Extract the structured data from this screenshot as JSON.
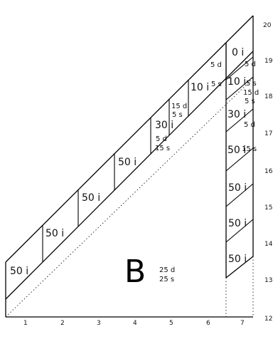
{
  "figure_letter": "B",
  "center_label": {
    "line1": "25 d",
    "line2": "25 s"
  },
  "x_ticks": [
    "1",
    "2",
    "3",
    "4",
    "5",
    "6",
    "7"
  ],
  "y_ticks": [
    "12",
    "13",
    "14",
    "15",
    "16",
    "17",
    "18",
    "19",
    "20"
  ],
  "diagonal_band_cells": [
    {
      "main": "50 i"
    },
    {
      "main": "50 i"
    },
    {
      "main": "50 i"
    },
    {
      "main": "50 i"
    },
    {
      "main": "30 i",
      "top": "5 d",
      "bottom": "15 s"
    },
    {
      "main": "15 d",
      "extra": "5 s"
    },
    {
      "main": "10 i",
      "extra": "5 s"
    },
    {
      "main": "5 d"
    }
  ],
  "vertical_column_cells": [
    {
      "main": "0 i",
      "extra": "5 d"
    },
    {
      "main": "10 i",
      "extra": "5 s"
    },
    {
      "main": "15 d",
      "extra": "5 s"
    },
    {
      "main": "30 i",
      "extra": "5 d"
    },
    {
      "main": "50 i",
      "extra": "15 s"
    },
    {
      "main": "50 i"
    },
    {
      "main": "50 i"
    },
    {
      "main": "50 i"
    }
  ]
}
